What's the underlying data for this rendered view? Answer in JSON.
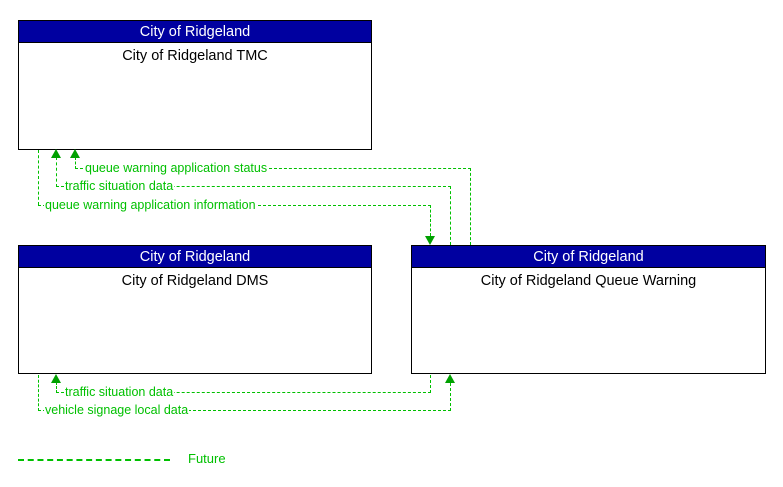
{
  "diagram": {
    "nodes": [
      {
        "id": "tmc",
        "stakeholder": "City of Ridgeland",
        "name": "City of Ridgeland TMC"
      },
      {
        "id": "dms",
        "stakeholder": "City of Ridgeland",
        "name": "City of Ridgeland DMS"
      },
      {
        "id": "queue-warning",
        "stakeholder": "City of Ridgeland",
        "name": "City of Ridgeland Queue Warning"
      }
    ],
    "flows": [
      {
        "id": "flow-queue-warning-application-status",
        "label": "queue warning application status",
        "from": "queue-warning",
        "to": "tmc",
        "status": "Future"
      },
      {
        "id": "flow-traffic-situation-data-top",
        "label": "traffic situation data",
        "from": "queue-warning",
        "to": "tmc",
        "status": "Future"
      },
      {
        "id": "flow-queue-warning-application-information",
        "label": "queue warning application information",
        "from": "tmc",
        "to": "queue-warning",
        "status": "Future"
      },
      {
        "id": "flow-traffic-situation-data-bottom",
        "label": "traffic situation data",
        "from": "queue-warning",
        "to": "dms",
        "status": "Future"
      },
      {
        "id": "flow-vehicle-signage-local-data",
        "label": "vehicle signage local data",
        "from": "dms",
        "to": "queue-warning",
        "status": "Future"
      }
    ],
    "legend": {
      "items": [
        {
          "id": "legend-future",
          "label": "Future",
          "line_style": "dashed",
          "color": "#00c000"
        }
      ]
    },
    "colors": {
      "header_background": "#0000a0",
      "header_text": "#ffffff",
      "node_border": "#000000",
      "node_background": "#ffffff",
      "flow_line": "#00c000",
      "flow_text": "#00c000",
      "arrowhead": "#00a000"
    }
  }
}
